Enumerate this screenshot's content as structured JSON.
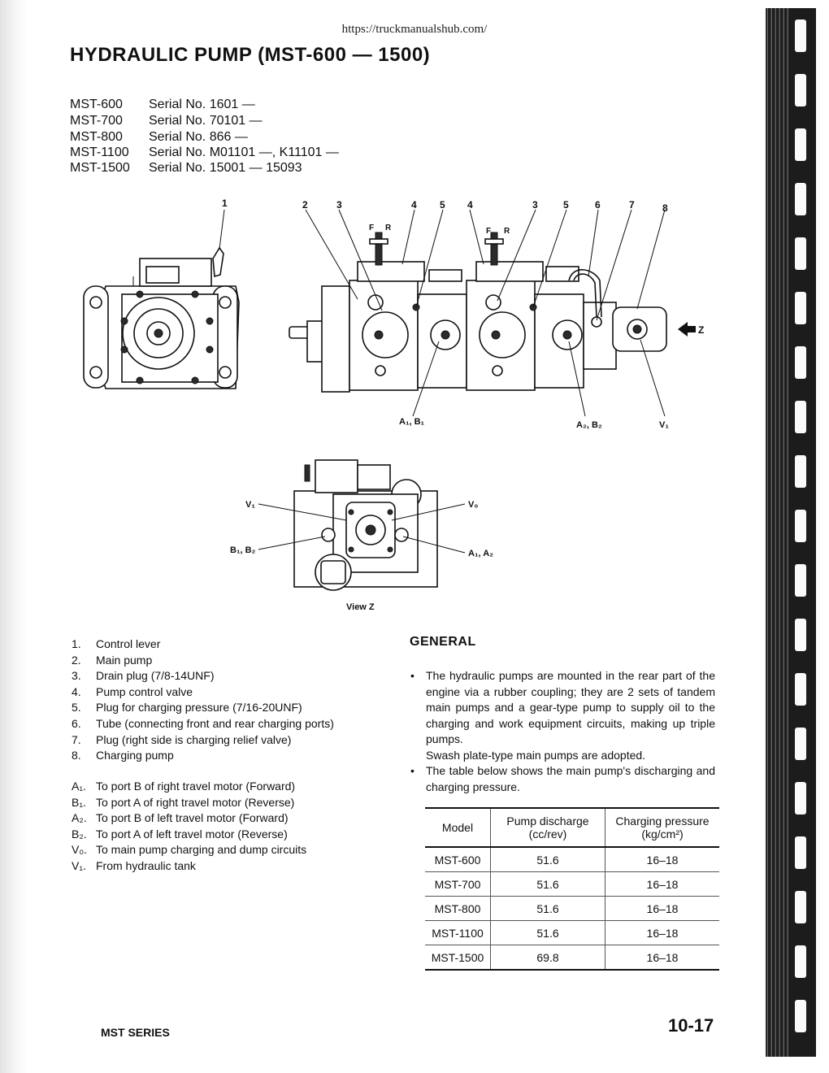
{
  "source_url": "https://truckmanualshub.com/",
  "title": "HYDRAULIC PUMP (MST-600 — 1500)",
  "serials": [
    {
      "model": "MST-600",
      "serial": "Serial No. 1601 —"
    },
    {
      "model": "MST-700",
      "serial": "Serial No. 70101 —"
    },
    {
      "model": "MST-800",
      "serial": "Serial No. 866 —"
    },
    {
      "model": "MST-1100",
      "serial": "Serial No. M01101 —, K11101 —"
    },
    {
      "model": "MST-1500",
      "serial": "Serial No. 15001 — 15093"
    }
  ],
  "diagram": {
    "front_callout": "1",
    "side_callouts": [
      "2",
      "3",
      "4",
      "5",
      "4",
      "3",
      "5",
      "6",
      "7",
      "8"
    ],
    "fr_label_f": "F",
    "fr_label_r": "R",
    "fr_label_f2": "F",
    "fr_label_r2": "R",
    "arrow_label": "Z",
    "bottom_a1b1": "A₁, B₁",
    "bottom_a2b2": "A₂, B₂",
    "bottom_v1": "V₁",
    "viewz_v1": "V₁",
    "viewz_v0": "V₀",
    "viewz_b1b2": "B₁, B₂",
    "viewz_a1a2": "A₁, A₂",
    "viewz_caption": "View Z"
  },
  "parts": [
    {
      "num": "1.",
      "text": "Control lever"
    },
    {
      "num": "2.",
      "text": "Main pump"
    },
    {
      "num": "3.",
      "text": "Drain plug (7/8-14UNF)"
    },
    {
      "num": "4.",
      "text": "Pump control valve"
    },
    {
      "num": "5.",
      "text": "Plug for charging pressure (7/16-20UNF)"
    },
    {
      "num": "6.",
      "text": "Tube (connecting front and rear charging ports)"
    },
    {
      "num": "7.",
      "text": "Plug (right side is charging relief valve)"
    },
    {
      "num": "8.",
      "text": "Charging pump"
    }
  ],
  "ports": [
    {
      "label": "A₁.",
      "text": "To port B of right travel motor (Forward)"
    },
    {
      "label": "B₁.",
      "text": "To port A of right travel motor (Reverse)"
    },
    {
      "label": "A₂.",
      "text": "To port B of left travel motor (Forward)"
    },
    {
      "label": "B₂.",
      "text": "To port A of left travel motor (Reverse)"
    },
    {
      "label": "V₀.",
      "text": "To main pump charging and dump circuits"
    },
    {
      "label": "V₁.",
      "text": "From hydraulic tank"
    }
  ],
  "general": {
    "heading": "GENERAL",
    "para1": "The hydraulic pumps are mounted in the rear part of the engine via a rubber coupling; they are 2 sets of tandem main pumps and a gear-type pump to supply oil to the charging and work equipment circuits, making up triple pumps.",
    "para1b": "Swash plate-type main pumps are adopted.",
    "para2": "The table below shows the main pump's discharging and charging pressure.",
    "bullet": "•"
  },
  "table": {
    "headers": [
      "Model",
      "Pump discharge (cc/rev)",
      "Charging pressure (kg/cm²)"
    ],
    "rows": [
      [
        "MST-600",
        "51.6",
        "16–18"
      ],
      [
        "MST-700",
        "51.6",
        "16–18"
      ],
      [
        "MST-800",
        "51.6",
        "16–18"
      ],
      [
        "MST-1100",
        "51.6",
        "16–18"
      ],
      [
        "MST-1500",
        "69.8",
        "16–18"
      ]
    ]
  },
  "footer": {
    "series": "MST SERIES",
    "page": "10-17"
  }
}
